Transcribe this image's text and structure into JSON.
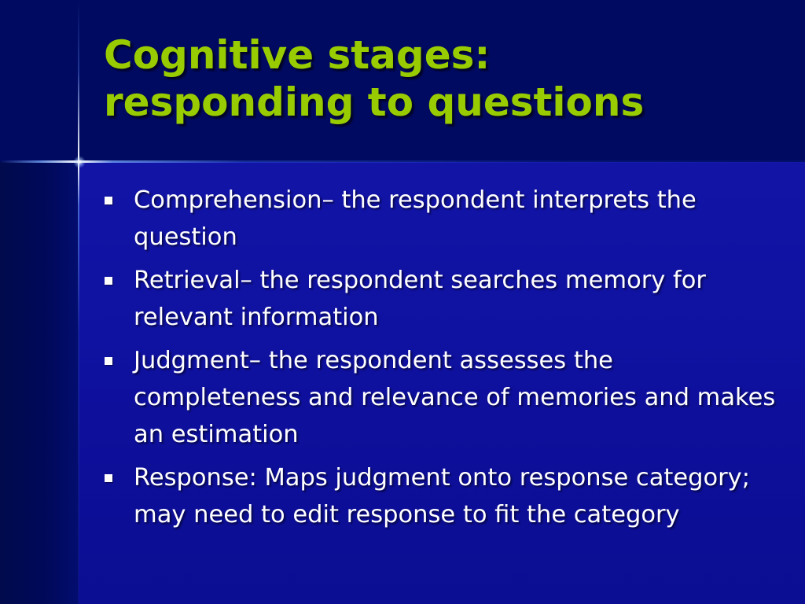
{
  "slide": {
    "title_lines": [
      "Cognitive stages:",
      "responding to questions"
    ],
    "bullets": [
      {
        "text": "Comprehension– the respondent interprets the question"
      },
      {
        "text": "Retrieval– the respondent searches memory for relevant information"
      },
      {
        "text": "Judgment– the respondent assesses the completeness and relevance of memories and makes an estimation"
      },
      {
        "text": "Response: Maps judgment onto response category; may need to edit response to fit the category"
      }
    ]
  },
  "theme": {
    "background": "#0d108c",
    "title_color": "#99cc00",
    "text_color": "#ffffff",
    "bullet_color": "#ffffff"
  },
  "icons": {
    "bullet": "square-bullet-icon"
  }
}
